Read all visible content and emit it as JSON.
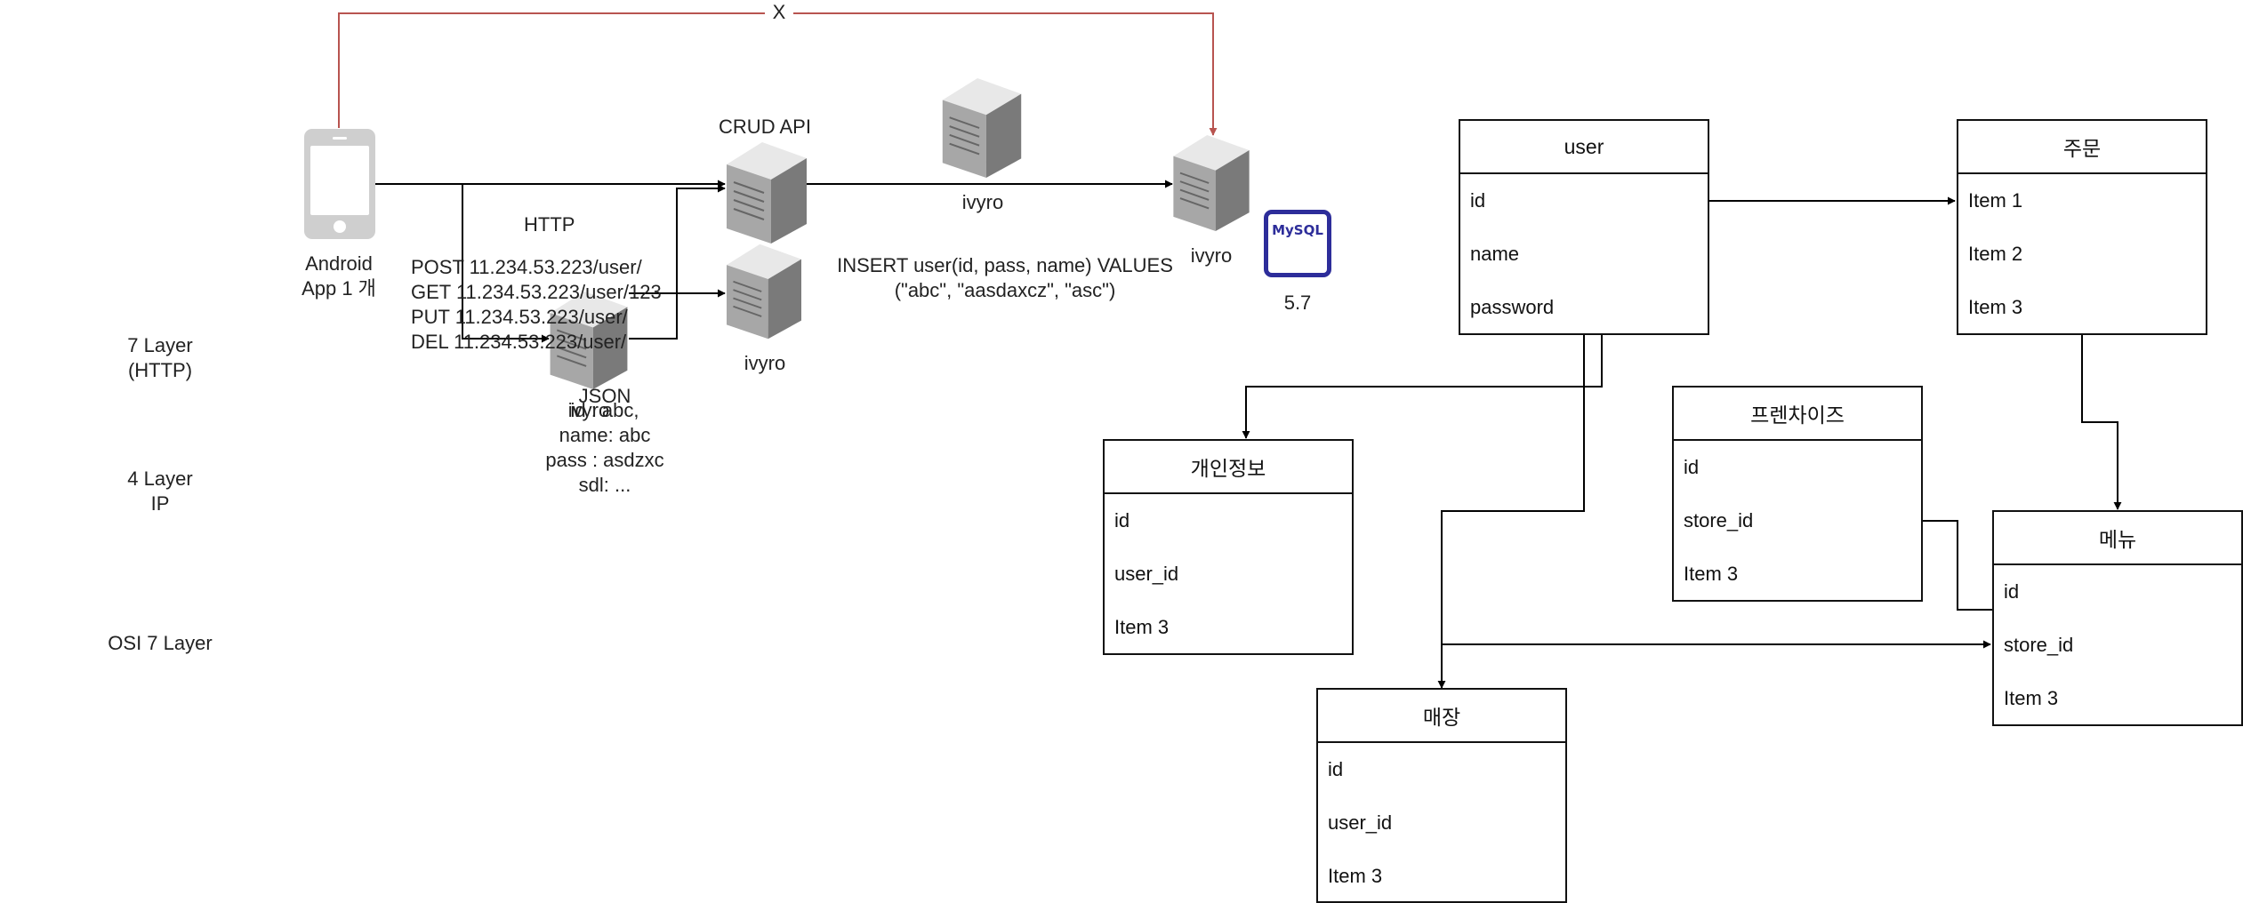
{
  "osi": {
    "layer7_line1": "7 Layer",
    "layer7_line2": "(HTTP)",
    "layer4_line1": "4 Layer",
    "layer4_line2": "IP",
    "osi7": "OSI 7 Layer"
  },
  "client": {
    "line1": "Android",
    "line2": "App 1 개",
    "icon": "smartphone-icon"
  },
  "http": {
    "label": "HTTP",
    "requests": [
      "POST 11.234.53.223/user/",
      "GET 11.234.53.223/user/123",
      "PUT 11.234.53.223/user/",
      "DEL 11.234.53.223/user/"
    ]
  },
  "json_payload": {
    "title": "JSON",
    "lines": [
      "id : abc,",
      "name: abc",
      "pass : asdzxc",
      "sdl: ..."
    ]
  },
  "servers": {
    "crud_api_label": "CRUD API",
    "small_server_label": "ivyro",
    "lower_server_label": "ivyro",
    "top_server_label": "ivyro",
    "db_server_label": "ivyro",
    "icon": "server-icon"
  },
  "blocked_link_label": "X",
  "sql": {
    "line1": "INSERT user(id, pass, name) VALUES",
    "line2": "(\"abc\", \"aasdaxcz\", \"asc\")"
  },
  "mysql": {
    "logo_text": "MySQL",
    "version": "5.7"
  },
  "colors": {
    "line": "#000000",
    "blocked_line": "#b85450",
    "mysql_blue": "#2d2d9a",
    "server_gray": "#9a9a9a"
  },
  "entities": {
    "user": {
      "title": "user",
      "rows": [
        "id",
        "name",
        "password"
      ]
    },
    "order": {
      "title": "주문",
      "rows": [
        "Item 1",
        "Item 2",
        "Item 3"
      ]
    },
    "personal": {
      "title": "개인정보",
      "rows": [
        "id",
        "user_id",
        "Item 3"
      ]
    },
    "franchise": {
      "title": "프렌차이즈",
      "rows": [
        "id",
        "store_id",
        "Item 3"
      ]
    },
    "menu": {
      "title": "메뉴",
      "rows": [
        "id",
        "store_id",
        "Item 3"
      ]
    },
    "store": {
      "title": "매장",
      "rows": [
        "id",
        "user_id",
        "Item 3"
      ]
    }
  }
}
